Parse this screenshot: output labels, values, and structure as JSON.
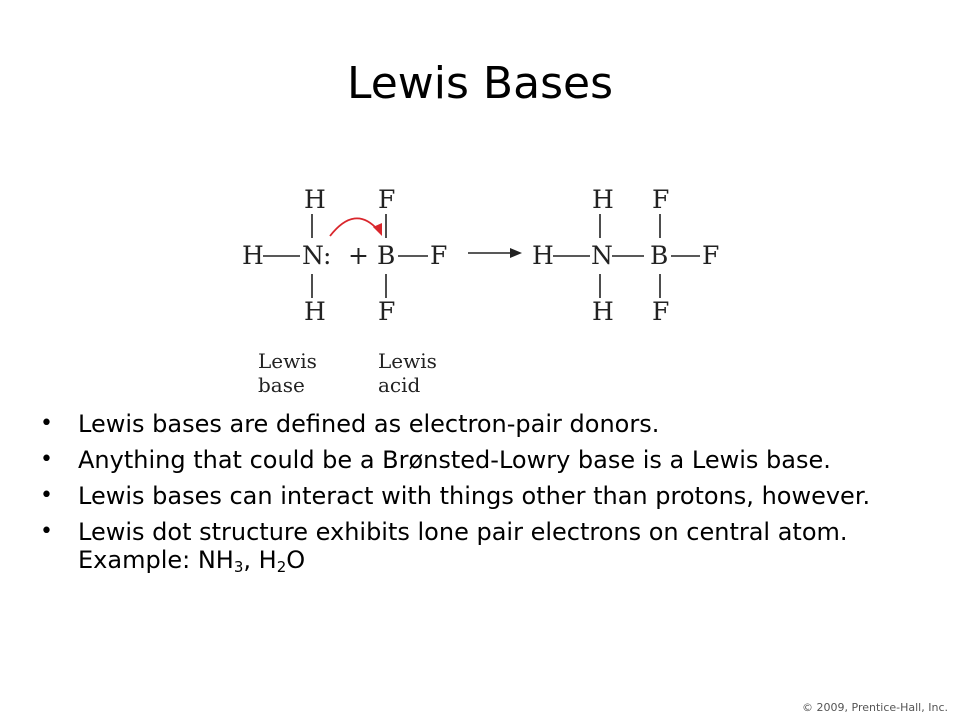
{
  "slide": {
    "title": "Lewis Bases",
    "copyright": "© 2009, Prentice-Hall, Inc."
  },
  "diagram": {
    "reactant_amine": {
      "top": "H",
      "left": "H",
      "center": "N",
      "bottom": "H",
      "lone_pair": ":"
    },
    "plus": "+",
    "reactant_borane": {
      "top": "F",
      "center": "B",
      "right": "F",
      "bottom": "F"
    },
    "product": {
      "n_top": "H",
      "left": "H",
      "n_center": "N",
      "n_bottom": "H",
      "b_top": "F",
      "b_center": "B",
      "b_right": "F",
      "b_bottom": "F"
    },
    "caption_base_line1": "Lewis",
    "caption_base_line2": "base",
    "caption_acid_line1": "Lewis",
    "caption_acid_line2": "acid",
    "electron_arrow_color": "#d9262c"
  },
  "bullets": [
    {
      "text": "Lewis bases are defined as electron-pair donors."
    },
    {
      "text": "Anything that could be a Brønsted-Lowry base is a Lewis base."
    },
    {
      "text": "Lewis bases can interact with things other than protons, however."
    },
    {
      "text_prefix": "Lewis dot structure exhibits lone pair electrons on central atom.  Example:  NH",
      "sub1": "3",
      "text_mid": ", H",
      "sub2": "2",
      "text_suffix": "O"
    }
  ],
  "bullet_glyph": "•"
}
